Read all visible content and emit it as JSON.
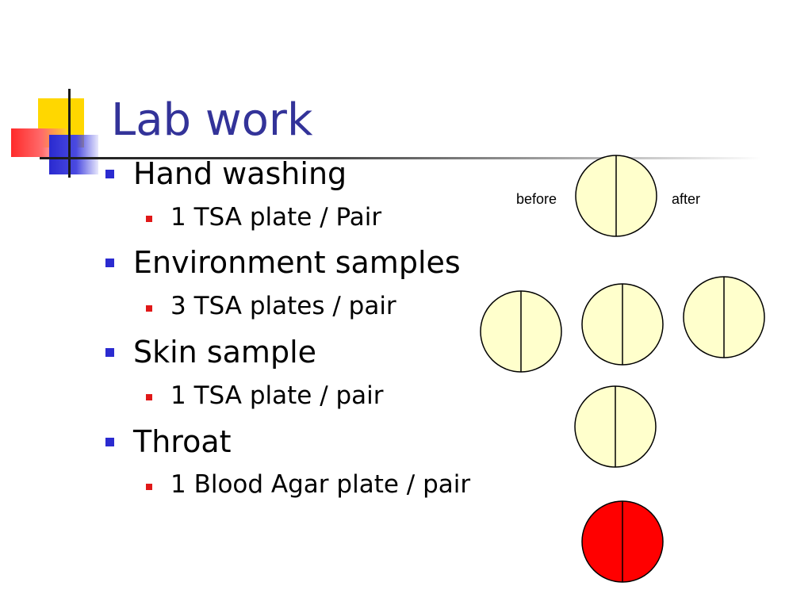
{
  "title": "Lab work",
  "bullets": [
    {
      "label": "Hand washing",
      "sub": "1 TSA plate / Pair"
    },
    {
      "label": "Environment samples",
      "sub": "3 TSA plates / pair"
    },
    {
      "label": "Skin sample",
      "sub": "1 TSA plate / pair"
    },
    {
      "label": "Throat",
      "sub": "1 Blood Agar plate / pair"
    }
  ],
  "plate_labels": {
    "before": "before",
    "after": "after"
  },
  "colors": {
    "title": "#333399",
    "bullet_level1": "#2b2bd0",
    "bullet_level2": "#e01818",
    "tsa_plate": "#ffffcc",
    "blood_agar_plate": "#ff0000",
    "decor_yellow": "#ffd700",
    "decor_red": "#ff3333",
    "decor_blue": "#3333cc"
  }
}
